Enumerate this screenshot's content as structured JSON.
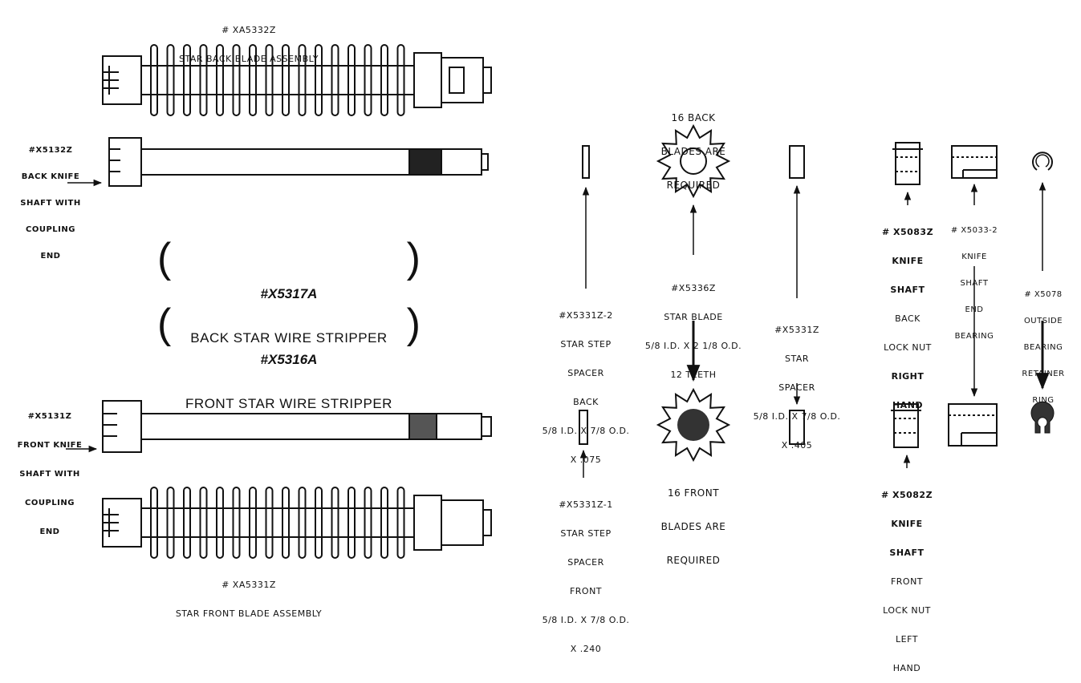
{
  "labels": {
    "back_assembly": [
      "# XA5332Z",
      "STAR BACK BLADE ASSEMBLY"
    ],
    "back_shaft": [
      "#X5132Z",
      "BACK KNIFE",
      "SHAFT WITH",
      "COUPLING",
      "END"
    ],
    "back_stripper": {
      "number": "#X5317A",
      "name": "BACK STAR WIRE STRIPPER"
    },
    "front_stripper": {
      "number": "#X5316A",
      "name": "FRONT STAR WIRE STRIPPER"
    },
    "front_shaft": [
      "#X5131Z",
      "FRONT KNIFE",
      "SHAFT WITH",
      "COUPLING",
      "END"
    ],
    "front_assembly": [
      "# XA5331Z",
      "STAR FRONT BLADE ASSEMBLY"
    ],
    "back_blades_note": [
      "16 BACK",
      "BLADES ARE",
      "REQUIRED"
    ],
    "front_blades_note": [
      "16 FRONT",
      "BLADES ARE",
      "REQUIRED"
    ],
    "step_spacer_back": [
      "#X5331Z-2",
      "STAR STEP",
      "SPACER",
      "BACK",
      "5/8 I.D. x 7/8 O.D.",
      "x .075"
    ],
    "star_blade": [
      "#X5336Z",
      "STAR BLADE",
      "5/8 I.D. x 2 1/8 O.D.",
      "12 TEETH"
    ],
    "star_spacer": [
      "#X5331Z",
      "STAR",
      "SPACER",
      "5/8 I.D. x 7/8 O.D.",
      "x .405"
    ],
    "step_spacer_front": [
      "#X5331Z-1",
      "STAR STEP",
      "SPACER",
      "FRONT",
      "5/8 I.D. x 7/8 O.D.",
      "x .240"
    ],
    "lock_nut_back": [
      "# X5083Z",
      "KNIFE",
      "SHAFT",
      "BACK",
      "LOCK NUT",
      "RIGHT",
      "HAND"
    ],
    "end_bearing": [
      "# X5033-2",
      "KNIFE",
      "SHAFT",
      "END",
      "BEARING"
    ],
    "retainer_ring": [
      "# X5078",
      "OUTSIDE",
      "BEARING",
      "RETAINER",
      "RING"
    ],
    "lock_nut_front": [
      "# X5082Z",
      "KNIFE",
      "SHAFT",
      "FRONT",
      "LOCK NUT",
      "LEFT",
      "HAND"
    ]
  },
  "colors": {
    "ink": "#111111",
    "background": "#ffffff",
    "dark_fill": "#333333"
  },
  "icons": [
    "star-blade-icon",
    "spacer-icon",
    "lock-nut-icon",
    "bearing-icon",
    "retainer-ring-icon",
    "arrow-icon"
  ]
}
